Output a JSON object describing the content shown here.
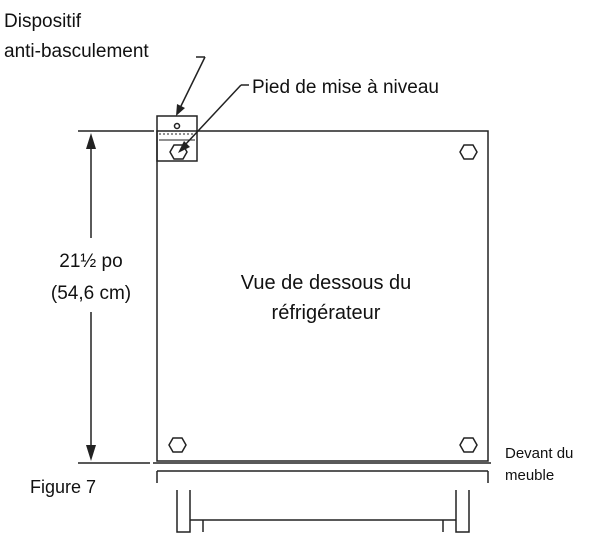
{
  "labels": {
    "anti_tip_line1": "Dispositif",
    "anti_tip_line2": "anti-basculement",
    "leveling_leg": "Pied de mise à niveau",
    "dimension_line1": "21½ po",
    "dimension_line2": "(54,6 cm)",
    "view_line1": "Vue de dessous du",
    "view_line2": "réfrigérateur",
    "cabinet_front_line1": "Devant du",
    "cabinet_front_line2": "meuble",
    "figure": "Figure 7"
  },
  "colors": {
    "line": "#222222",
    "text": "#111111",
    "background": "#ffffff"
  }
}
